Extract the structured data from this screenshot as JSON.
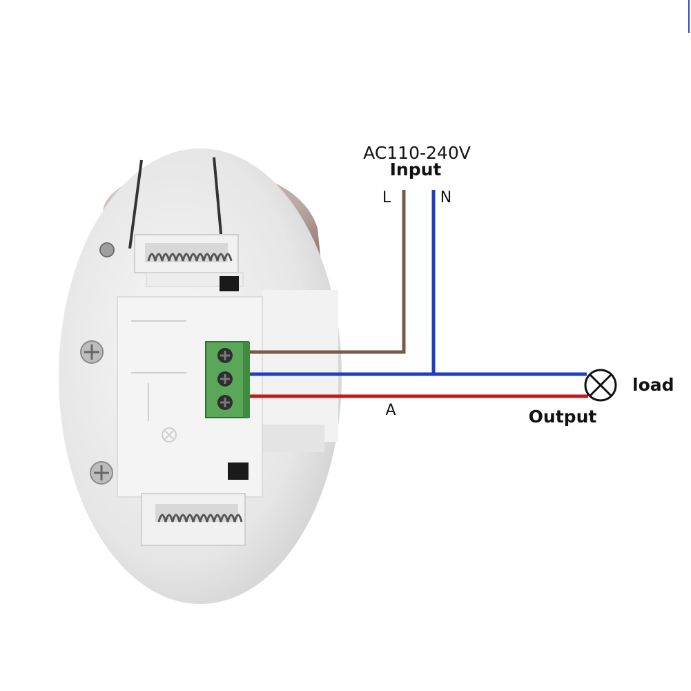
{
  "supply": {
    "voltage": "AC110-240V",
    "title": "Input",
    "live_label": "L",
    "neutral_label": "N"
  },
  "output": {
    "wire_label": "A",
    "title": "Output",
    "load_label": "load"
  },
  "colors": {
    "live_wire": "#7b5a4a",
    "neutral_wire": "#1f3fbf",
    "output_wire": "#c21a1a",
    "terminal_block": "#5aa75a",
    "device_body": "#eeeeee"
  },
  "icons": {
    "load": "lamp-symbol-icon",
    "device": "pir-motion-sensor-icon"
  }
}
